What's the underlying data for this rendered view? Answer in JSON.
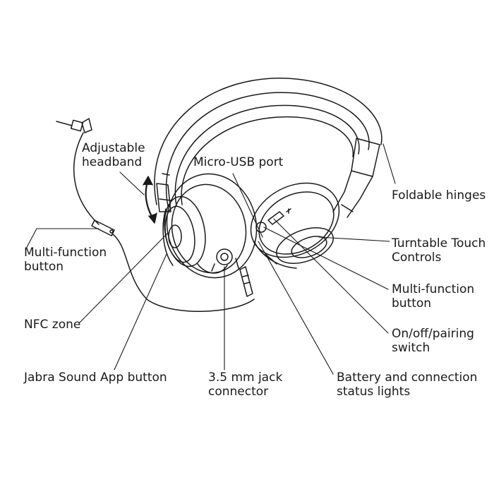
{
  "diagram": {
    "labels": {
      "adjustable_headband": [
        "Adjustable",
        "headband"
      ],
      "micro_usb_port": [
        "Micro-USB port"
      ],
      "foldable_hinges": [
        "Foldable hinges"
      ],
      "multi_function_button_left": [
        "Multi-function",
        "button"
      ],
      "turntable_touch_controls": [
        "Turntable Touch",
        "Controls"
      ],
      "multi_function_button_right": [
        "Multi-function",
        "button"
      ],
      "nfc_zone": [
        "NFC zone"
      ],
      "on_off_pairing_switch": [
        "On/off/pairing",
        "switch"
      ],
      "jabra_sound_app_button": [
        "Jabra Sound App button"
      ],
      "jack_connector": [
        "3.5 mm jack",
        "connector"
      ],
      "battery_status_lights": [
        "Battery and connection",
        "status lights"
      ]
    }
  },
  "colors": {
    "line": "#1a1a1a",
    "background": "#ffffff"
  }
}
